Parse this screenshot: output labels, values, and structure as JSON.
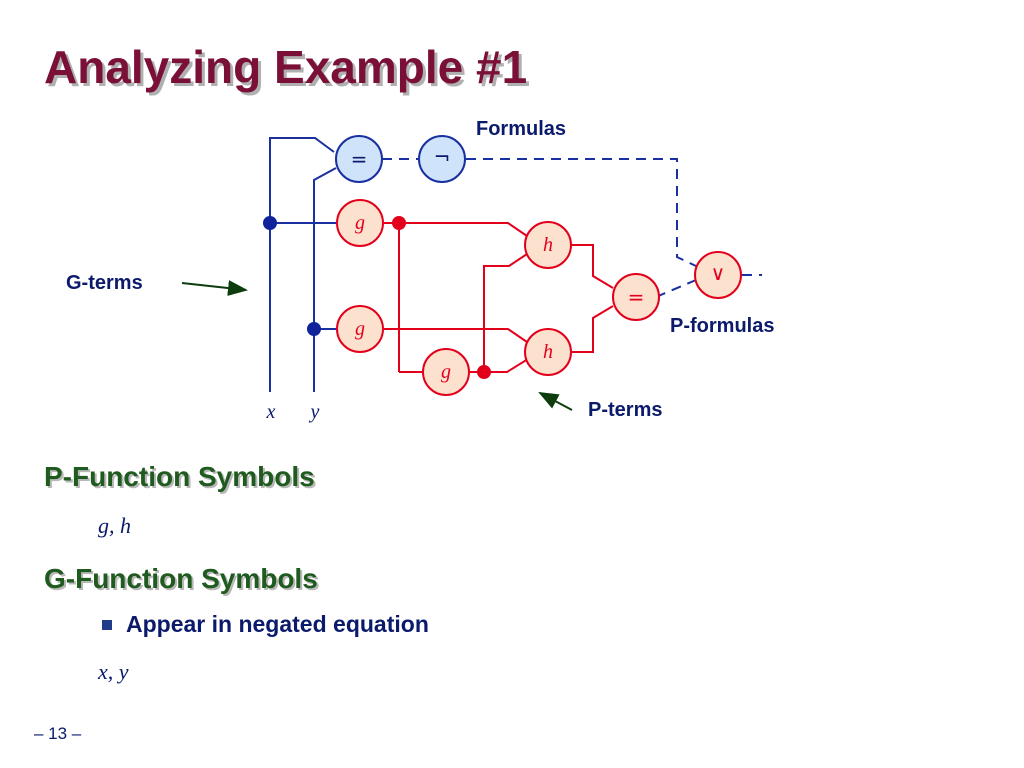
{
  "title": "Analyzing Example #1",
  "diagram": {
    "labels": {
      "formulas": "Formulas",
      "g_terms": "G-terms",
      "p_formulas": "P-formulas",
      "p_terms": "P-terms"
    },
    "nodes": {
      "eq_top": "=",
      "not": "¬",
      "g1": "g",
      "g2": "g",
      "g3": "g",
      "h1": "h",
      "h2": "h",
      "eq_mid": "=",
      "or": "∨"
    },
    "inputs": {
      "x": "x",
      "y": "y"
    },
    "colors": {
      "g_wire": "#1a2fa0",
      "p_wire": "#e3001b",
      "g_node_fill": "#cfe4fb",
      "p_node_fill": "#fde1cf",
      "dot_g": "#10239a",
      "dot_p": "#e3001b"
    }
  },
  "sections": {
    "p_function": {
      "heading": "P-Function Symbols",
      "symbols": "g, h"
    },
    "g_function": {
      "heading": "G-Function Symbols",
      "bullet": "Appear in negated equation",
      "symbols": "x, y"
    }
  },
  "page_number": "– 13 –"
}
